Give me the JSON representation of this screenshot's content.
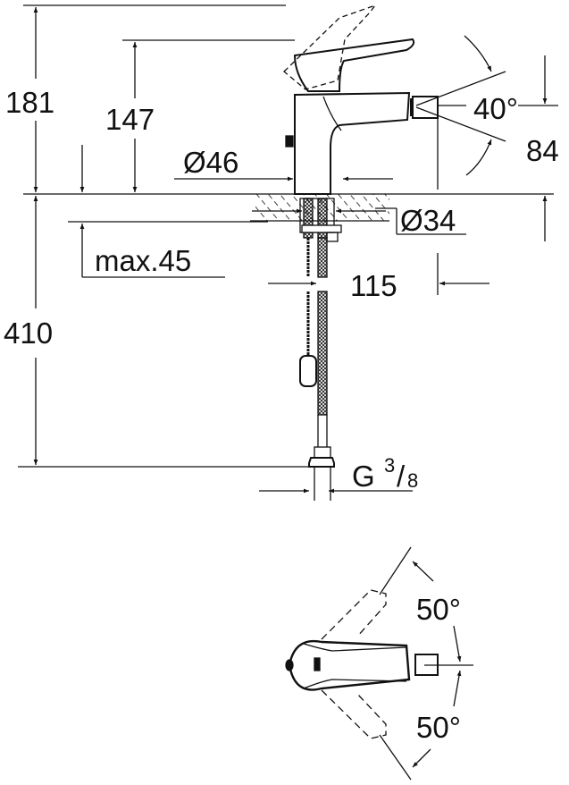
{
  "title": "Bidet mixer technical drawing",
  "colors": {
    "line": "#111111",
    "background": "#ffffff"
  },
  "side_view": {
    "dimensions": {
      "total_height": "181",
      "spout_height": "147",
      "body_diameter": "Ø46",
      "hole_diameter": "Ø34",
      "max_deck_thickness": "max.45",
      "spout_reach": "115",
      "outlet_height": "84",
      "spray_angle": "40°",
      "hose_length": "410",
      "connection_thread_main": "G",
      "connection_thread_num": "3",
      "connection_thread_den": "8"
    }
  },
  "top_view": {
    "dimensions": {
      "lever_rotation_up": "50°",
      "lever_rotation_down": "50°"
    }
  }
}
